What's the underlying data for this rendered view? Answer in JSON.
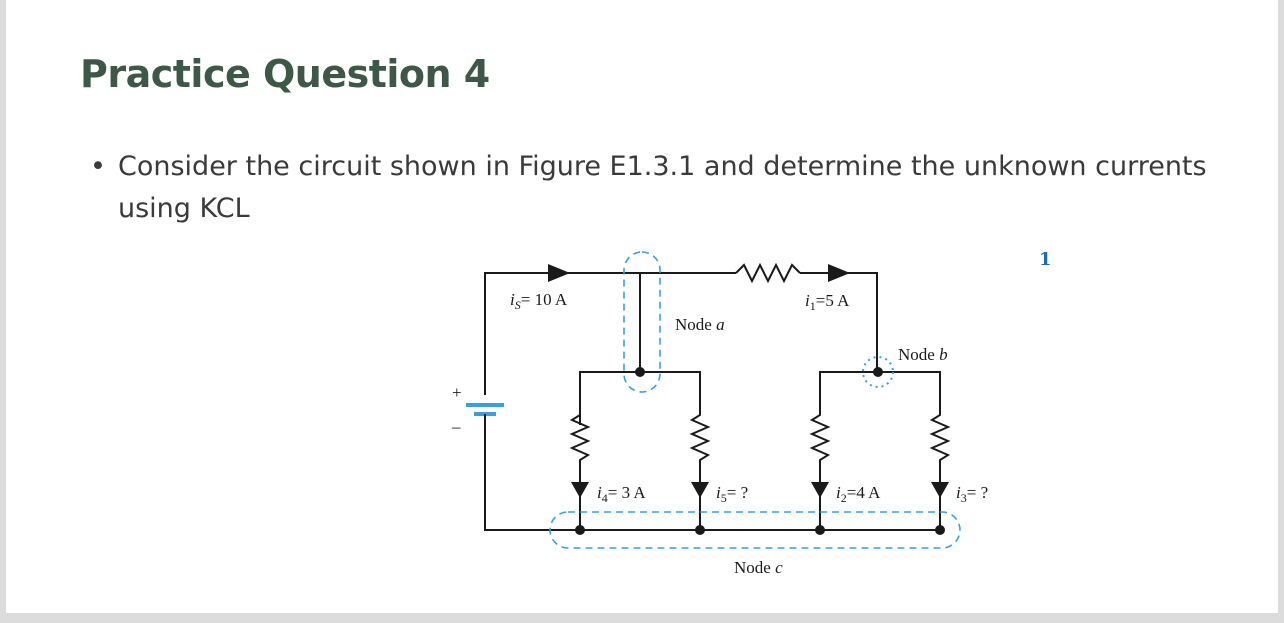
{
  "slide": {
    "title": "Practice Question 4",
    "bullet": "Consider the circuit shown in Figure E1.3.1 and determine the unknown currents using KCL",
    "corner_mark": "1"
  },
  "figure": {
    "source_current": "= 10 A",
    "i1": "=5 A",
    "i2": "=4 A",
    "i3": "= ?",
    "i4": "= 3 A",
    "i5": "= ?",
    "node_a": "Node",
    "node_b": "Node",
    "node_c": "Node",
    "node_a_letter": "a",
    "node_b_letter": "b",
    "node_c_letter": "c",
    "plus": "+",
    "minus": "–",
    "colors": {
      "wire": "#1a1a1a",
      "node_outline": "#3aa0d8",
      "title": "#3d5846"
    }
  }
}
